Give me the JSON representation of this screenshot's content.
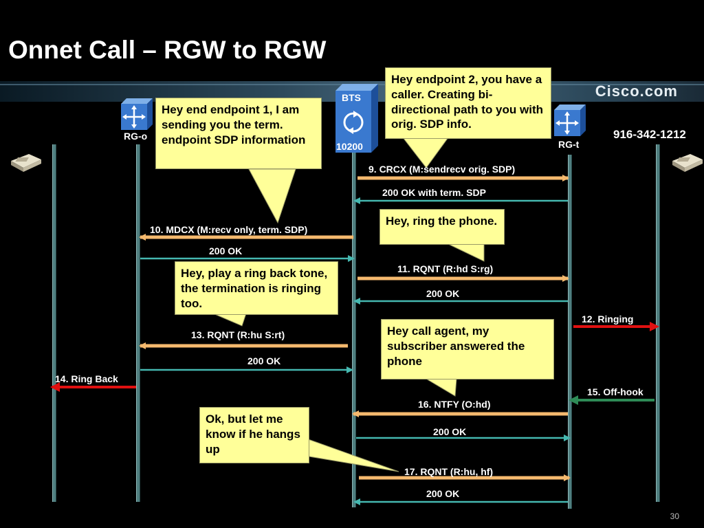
{
  "title": "Onnet Call – RGW to RGW",
  "brand": "Cisco.com",
  "slide_number": "30",
  "nodes": {
    "rg_o": "RG-o",
    "bts": "BTS",
    "bts_id": "10200",
    "rg_t": "RG-t",
    "phone_number": "916-342-1212"
  },
  "messages": [
    {
      "label": "9. CRCX (M:sendrecv orig. SDP)",
      "color": "#f5b96e"
    },
    {
      "label": "200 OK with term. SDP",
      "color": "#45b8b0"
    },
    {
      "label": "10. MDCX (M:recv only, term. SDP)",
      "color": "#f5b96e"
    },
    {
      "label": "200 OK",
      "color": "#45b8b0"
    },
    {
      "label": "11. RQNT (R:hd S:rg)",
      "color": "#f5b96e"
    },
    {
      "label": "200 OK",
      "color": "#45b8b0"
    },
    {
      "label": "12. Ringing",
      "color": "#e01010"
    },
    {
      "label": "13. RQNT (R:hu S:rt)",
      "color": "#f5b96e"
    },
    {
      "label": "200 OK",
      "color": "#45b8b0"
    },
    {
      "label": "14. Ring Back",
      "color": "#e01010"
    },
    {
      "label": "15. Off-hook",
      "color": "#2e8b57"
    },
    {
      "label": "16. NTFY (O:hd)",
      "color": "#f5b96e"
    },
    {
      "label": "200 OK",
      "color": "#45b8b0"
    },
    {
      "label": "17. RQNT (R:hu, hf)",
      "color": "#f5b96e"
    },
    {
      "label": "200 OK",
      "color": "#45b8b0"
    }
  ],
  "callouts": {
    "c1": "Hey end endpoint 1, I am sending you the term. endpoint SDP information",
    "c2": "Hey endpoint 2, you have a caller.  Creating bi-directional path to you with orig. SDP info.",
    "c3": "Hey, ring the phone.",
    "c4": "Hey, play a ring back tone, the termination is ringing too.",
    "c5": "Hey call agent, my subscriber answered the phone",
    "c6": "Ok, but let me know if he hangs up"
  },
  "icons": {
    "router_icon": "router-icon",
    "bts_icon": "softswitch-icon",
    "phone_icon": "telephone-icon"
  }
}
